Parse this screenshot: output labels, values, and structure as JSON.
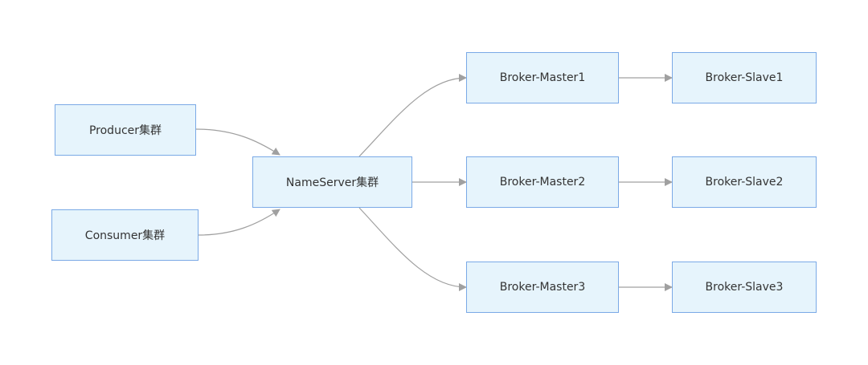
{
  "diagram": {
    "type": "flowchart",
    "direction": "left-to-right",
    "colors": {
      "node_fill": "#e6f4fc",
      "node_border": "#7aa9e6",
      "edge": "#a0a0a0",
      "text": "#333333"
    },
    "nodes": {
      "producer": {
        "label": "Producer集群"
      },
      "consumer": {
        "label": "Consumer集群"
      },
      "nameserver": {
        "label": "NameServer集群"
      },
      "master1": {
        "label": "Broker-Master1"
      },
      "master2": {
        "label": "Broker-Master2"
      },
      "master3": {
        "label": "Broker-Master3"
      },
      "slave1": {
        "label": "Broker-Slave1"
      },
      "slave2": {
        "label": "Broker-Slave2"
      },
      "slave3": {
        "label": "Broker-Slave3"
      }
    },
    "edges": [
      {
        "from": "producer",
        "to": "nameserver"
      },
      {
        "from": "consumer",
        "to": "nameserver"
      },
      {
        "from": "nameserver",
        "to": "master1"
      },
      {
        "from": "nameserver",
        "to": "master2"
      },
      {
        "from": "nameserver",
        "to": "master3"
      },
      {
        "from": "master1",
        "to": "slave1"
      },
      {
        "from": "master2",
        "to": "slave2"
      },
      {
        "from": "master3",
        "to": "slave3"
      }
    ]
  }
}
